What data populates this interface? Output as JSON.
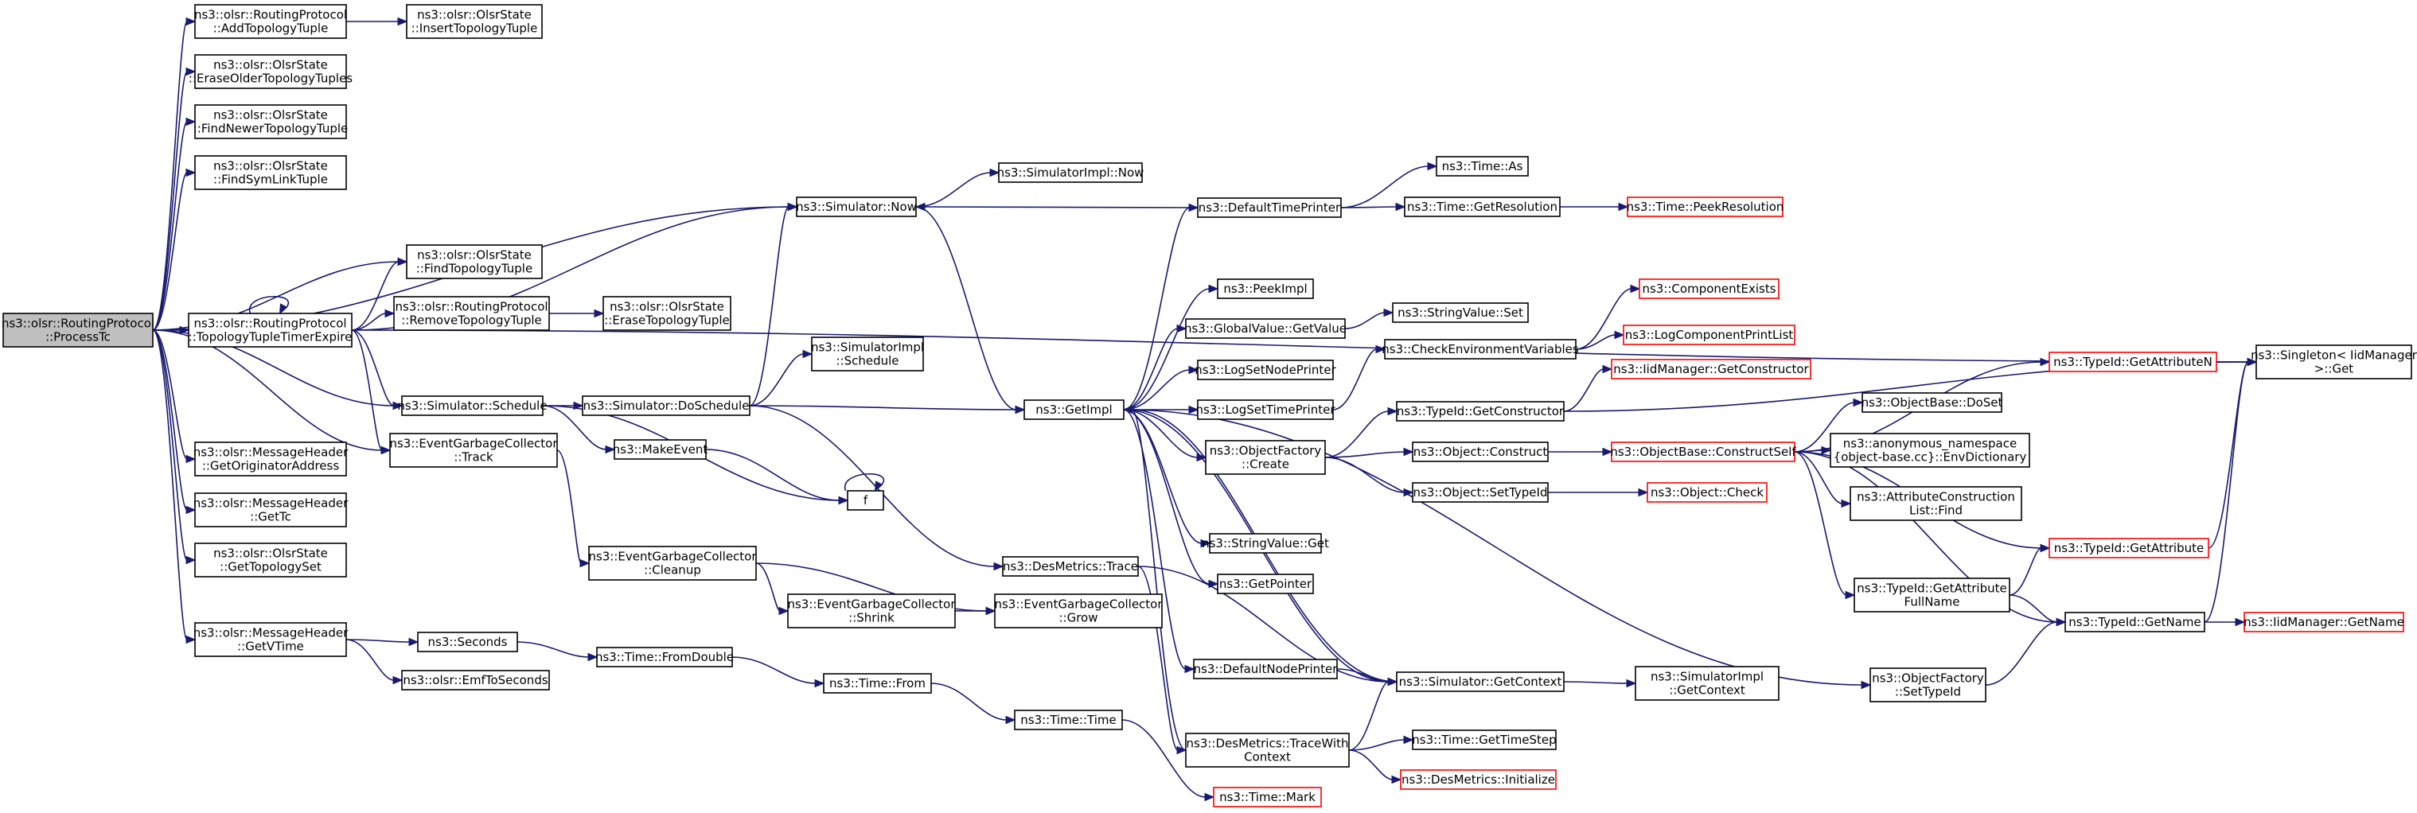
{
  "graph": {
    "nodes": [
      {
        "id": "root",
        "lines": [
          "ns3::olsr::RoutingProtocol",
          "::ProcessTc"
        ],
        "style": "root"
      },
      {
        "id": "addtt",
        "lines": [
          "ns3::olsr::RoutingProtocol",
          "::AddTopologyTuple"
        ]
      },
      {
        "id": "instt",
        "lines": [
          "ns3::olsr::OlsrState",
          "::InsertTopologyTuple"
        ]
      },
      {
        "id": "eraseolder",
        "lines": [
          "ns3::olsr::OlsrState",
          "::EraseOlderTopologyTuples"
        ]
      },
      {
        "id": "findnewer",
        "lines": [
          "ns3::olsr::OlsrState",
          "::FindNewerTopologyTuple"
        ]
      },
      {
        "id": "findsym",
        "lines": [
          "ns3::olsr::OlsrState",
          "::FindSymLinkTuple"
        ]
      },
      {
        "id": "findtt",
        "lines": [
          "ns3::olsr::OlsrState",
          "::FindTopologyTuple"
        ]
      },
      {
        "id": "ttexp",
        "lines": [
          "ns3::olsr::RoutingProtocol",
          "::TopologyTupleTimerExpire"
        ]
      },
      {
        "id": "remtt",
        "lines": [
          "ns3::olsr::RoutingProtocol",
          "::RemoveTopologyTuple"
        ]
      },
      {
        "id": "erasett",
        "lines": [
          "ns3::olsr::OlsrState",
          "::EraseTopologyTuple"
        ]
      },
      {
        "id": "getorig",
        "lines": [
          "ns3::olsr::MessageHeader",
          "::GetOriginatorAddress"
        ]
      },
      {
        "id": "gettc",
        "lines": [
          "ns3::olsr::MessageHeader",
          "::GetTc"
        ]
      },
      {
        "id": "gettopset",
        "lines": [
          "ns3::olsr::OlsrState",
          "::GetTopologySet"
        ]
      },
      {
        "id": "getvtime",
        "lines": [
          "ns3::olsr::MessageHeader",
          "::GetVTime"
        ]
      },
      {
        "id": "simnow",
        "lines": [
          "ns3::Simulator::Now"
        ]
      },
      {
        "id": "simimplnow",
        "lines": [
          "ns3::SimulatorImpl::Now"
        ]
      },
      {
        "id": "simsched",
        "lines": [
          "ns3::Simulator::Schedule"
        ]
      },
      {
        "id": "dosched",
        "lines": [
          "ns3::Simulator::DoSchedule"
        ]
      },
      {
        "id": "simimplsched",
        "lines": [
          "ns3::SimulatorImpl",
          "::Schedule"
        ]
      },
      {
        "id": "egctrack",
        "lines": [
          "ns3::EventGarbageCollector",
          "::Track"
        ]
      },
      {
        "id": "makeevent",
        "lines": [
          "ns3::MakeEvent"
        ]
      },
      {
        "id": "f",
        "lines": [
          "f"
        ]
      },
      {
        "id": "egccleanup",
        "lines": [
          "ns3::EventGarbageCollector",
          "::Cleanup"
        ]
      },
      {
        "id": "egcshrink",
        "lines": [
          "ns3::EventGarbageCollector",
          "::Shrink"
        ]
      },
      {
        "id": "egcgrow",
        "lines": [
          "ns3::EventGarbageCollector",
          "::Grow"
        ]
      },
      {
        "id": "seconds",
        "lines": [
          "ns3::Seconds"
        ]
      },
      {
        "id": "emf",
        "lines": [
          "ns3::olsr::EmfToSeconds"
        ]
      },
      {
        "id": "fromdouble",
        "lines": [
          "ns3::Time::FromDouble"
        ]
      },
      {
        "id": "from",
        "lines": [
          "ns3::Time::From"
        ]
      },
      {
        "id": "time",
        "lines": [
          "ns3::Time::Time"
        ]
      },
      {
        "id": "mark",
        "lines": [
          "ns3::Time::Mark"
        ],
        "style": "red"
      },
      {
        "id": "destrace",
        "lines": [
          "ns3::DesMetrics::Trace"
        ]
      },
      {
        "id": "getimpl",
        "lines": [
          "ns3::GetImpl"
        ]
      },
      {
        "id": "peekimpl",
        "lines": [
          "ns3::PeekImpl"
        ]
      },
      {
        "id": "gvget",
        "lines": [
          "ns3::GlobalValue::GetValue"
        ]
      },
      {
        "id": "lognode",
        "lines": [
          "ns3::LogSetNodePrinter"
        ]
      },
      {
        "id": "logtime",
        "lines": [
          "ns3::LogSetTimePrinter"
        ]
      },
      {
        "id": "ofcreate",
        "lines": [
          "ns3::ObjectFactory",
          "::Create"
        ]
      },
      {
        "id": "svget",
        "lines": [
          "ns3::StringValue::Get"
        ]
      },
      {
        "id": "getptr",
        "lines": [
          "ns3::GetPointer"
        ]
      },
      {
        "id": "dtp",
        "lines": [
          "ns3::DefaultTimePrinter"
        ]
      },
      {
        "id": "dnp",
        "lines": [
          "ns3::DefaultNodePrinter"
        ]
      },
      {
        "id": "simctx",
        "lines": [
          "ns3::Simulator::GetContext"
        ]
      },
      {
        "id": "desctx",
        "lines": [
          "ns3::DesMetrics::TraceWith",
          "Context"
        ]
      },
      {
        "id": "timeas",
        "lines": [
          "ns3::Time::As"
        ]
      },
      {
        "id": "timeres",
        "lines": [
          "ns3::Time::GetResolution"
        ]
      },
      {
        "id": "peekres",
        "lines": [
          "ns3::Time::PeekResolution"
        ],
        "style": "red"
      },
      {
        "id": "svset",
        "lines": [
          "ns3::StringValue::Set"
        ]
      },
      {
        "id": "chkenv",
        "lines": [
          "ns3::CheckEnvironmentVariables"
        ]
      },
      {
        "id": "compexists",
        "lines": [
          "ns3::ComponentExists"
        ],
        "style": "red"
      },
      {
        "id": "logcomp",
        "lines": [
          "ns3::LogComponentPrintList"
        ],
        "style": "red"
      },
      {
        "id": "iidgetctor",
        "lines": [
          "ns3::IidManager::GetConstructor"
        ],
        "style": "red"
      },
      {
        "id": "tidgetctor",
        "lines": [
          "ns3::TypeId::GetConstructor"
        ]
      },
      {
        "id": "objconstruct",
        "lines": [
          "ns3::Object::Construct"
        ]
      },
      {
        "id": "objsettid",
        "lines": [
          "ns3::Object::SetTypeId"
        ]
      },
      {
        "id": "objcheck",
        "lines": [
          "ns3::Object::Check"
        ],
        "style": "red"
      },
      {
        "id": "obconstructself",
        "lines": [
          "ns3::ObjectBase::ConstructSelf"
        ],
        "style": "red"
      },
      {
        "id": "tidgetattrn",
        "lines": [
          "ns3::TypeId::GetAttributeN"
        ],
        "style": "red"
      },
      {
        "id": "singleton",
        "lines": [
          "ns3::Singleton< IidManager",
          ">::Get"
        ]
      },
      {
        "id": "obdoset",
        "lines": [
          "ns3::ObjectBase::DoSet"
        ]
      },
      {
        "id": "anonenv",
        "lines": [
          "ns3::anonymous_namespace",
          "{object-base.cc}::EnvDictionary"
        ]
      },
      {
        "id": "acfind",
        "lines": [
          "ns3::AttributeConstruction",
          "List::Find"
        ]
      },
      {
        "id": "tidgetattr",
        "lines": [
          "ns3::TypeId::GetAttribute"
        ],
        "style": "red"
      },
      {
        "id": "tidgetattrfull",
        "lines": [
          "ns3::TypeId::GetAttribute",
          "FullName"
        ]
      },
      {
        "id": "tidgetname",
        "lines": [
          "ns3::TypeId::GetName"
        ]
      },
      {
        "id": "iidgetname",
        "lines": [
          "ns3::IidManager::GetName"
        ],
        "style": "red"
      },
      {
        "id": "ofsettid",
        "lines": [
          "ns3::ObjectFactory",
          "::SetTypeId"
        ]
      },
      {
        "id": "simimplctx",
        "lines": [
          "ns3::SimulatorImpl",
          "::GetContext"
        ]
      },
      {
        "id": "timestep",
        "lines": [
          "ns3::Time::GetTimeStep"
        ]
      },
      {
        "id": "desinit",
        "lines": [
          "ns3::DesMetrics::Initialize"
        ],
        "style": "red"
      }
    ],
    "edges": [
      [
        "root",
        "addtt"
      ],
      [
        "addtt",
        "instt"
      ],
      [
        "root",
        "eraseolder"
      ],
      [
        "root",
        "findnewer"
      ],
      [
        "root",
        "findsym"
      ],
      [
        "root",
        "findtt"
      ],
      [
        "root",
        "simnow"
      ],
      [
        "root",
        "ttexp"
      ],
      [
        "root",
        "simsched"
      ],
      [
        "root",
        "egctrack"
      ],
      [
        "root",
        "getorig"
      ],
      [
        "root",
        "gettc"
      ],
      [
        "root",
        "gettopset"
      ],
      [
        "root",
        "getvtime"
      ],
      [
        "ttexp",
        "ttexp"
      ],
      [
        "ttexp",
        "findtt"
      ],
      [
        "ttexp",
        "remtt"
      ],
      [
        "remtt",
        "erasett"
      ],
      [
        "ttexp",
        "simnow"
      ],
      [
        "ttexp",
        "simsched"
      ],
      [
        "ttexp",
        "egctrack"
      ],
      [
        "ttexp",
        "singleton"
      ],
      [
        "simsched",
        "dosched"
      ],
      [
        "simsched",
        "makeevent"
      ],
      [
        "simsched",
        "f"
      ],
      [
        "makeevent",
        "f"
      ],
      [
        "f",
        "f"
      ],
      [
        "dosched",
        "simimplsched"
      ],
      [
        "dosched",
        "getimpl"
      ],
      [
        "dosched",
        "simnow"
      ],
      [
        "dosched",
        "destrace"
      ],
      [
        "egctrack",
        "egccleanup"
      ],
      [
        "egccleanup",
        "egcshrink"
      ],
      [
        "egccleanup",
        "egcgrow"
      ],
      [
        "egcshrink",
        "egcgrow"
      ],
      [
        "getvtime",
        "seconds"
      ],
      [
        "getvtime",
        "emf"
      ],
      [
        "seconds",
        "fromdouble"
      ],
      [
        "fromdouble",
        "from"
      ],
      [
        "from",
        "time"
      ],
      [
        "time",
        "mark"
      ],
      [
        "simnow",
        "simimplnow"
      ],
      [
        "simnow",
        "getimpl"
      ],
      [
        "dtp",
        "simnow"
      ],
      [
        "getimpl",
        "peekimpl"
      ],
      [
        "getimpl",
        "gvget"
      ],
      [
        "getimpl",
        "lognode"
      ],
      [
        "getimpl",
        "logtime"
      ],
      [
        "getimpl",
        "ofcreate"
      ],
      [
        "getimpl",
        "svget"
      ],
      [
        "getimpl",
        "getptr"
      ],
      [
        "getimpl",
        "dtp"
      ],
      [
        "getimpl",
        "dnp"
      ],
      [
        "getimpl",
        "simctx"
      ],
      [
        "getimpl",
        "ofsettid"
      ],
      [
        "destrace",
        "desctx"
      ],
      [
        "destrace",
        "simctx"
      ],
      [
        "dtp",
        "timeas"
      ],
      [
        "dtp",
        "timeres"
      ],
      [
        "timeres",
        "peekres"
      ],
      [
        "gvget",
        "svset"
      ],
      [
        "logtime",
        "chkenv"
      ],
      [
        "chkenv",
        "compexists"
      ],
      [
        "chkenv",
        "logcomp"
      ],
      [
        "ofcreate",
        "tidgetctor"
      ],
      [
        "ofcreate",
        "objconstruct"
      ],
      [
        "ofcreate",
        "objsettid"
      ],
      [
        "tidgetctor",
        "iidgetctor"
      ],
      [
        "tidgetctor",
        "singleton"
      ],
      [
        "objconstruct",
        "obconstructself"
      ],
      [
        "objsettid",
        "objcheck"
      ],
      [
        "obconstructself",
        "tidgetattrn"
      ],
      [
        "obconstructself",
        "obdoset"
      ],
      [
        "obconstructself",
        "anonenv"
      ],
      [
        "obconstructself",
        "acfind"
      ],
      [
        "obconstructself",
        "tidgetattr"
      ],
      [
        "obconstructself",
        "tidgetattrfull"
      ],
      [
        "obconstructself",
        "tidgetname"
      ],
      [
        "tidgetattrn",
        "singleton"
      ],
      [
        "tidgetattr",
        "singleton"
      ],
      [
        "tidgetattrfull",
        "tidgetattr"
      ],
      [
        "tidgetattrfull",
        "tidgetname"
      ],
      [
        "tidgetname",
        "singleton"
      ],
      [
        "tidgetname",
        "iidgetname"
      ],
      [
        "ofsettid",
        "tidgetname"
      ],
      [
        "dnp",
        "simctx"
      ],
      [
        "simctx",
        "simimplctx"
      ],
      [
        "simctx",
        "getimpl"
      ],
      [
        "desctx",
        "simctx"
      ],
      [
        "desctx",
        "timestep"
      ],
      [
        "desctx",
        "desinit"
      ],
      [
        "desctx",
        "getimpl"
      ]
    ]
  }
}
